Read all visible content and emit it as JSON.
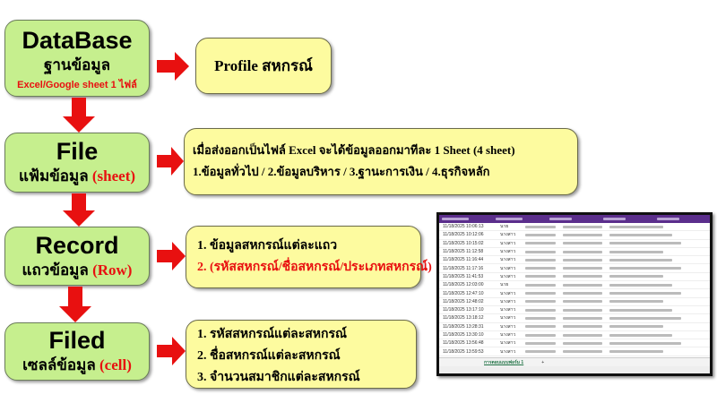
{
  "levels": [
    {
      "title": "DataBase",
      "subtitle": "ฐานข้อมูล",
      "note": "Excel/Google sheet 1 ไฟล์"
    },
    {
      "title": "File",
      "subtitle": "แฟ้มข้อมูล",
      "note": "(sheet)"
    },
    {
      "title": "Record",
      "subtitle": "แถวข้อมูล",
      "note": "(Row)"
    },
    {
      "title": "Filed",
      "subtitle": "เซลล์ข้อมูล",
      "note": "(cell)"
    }
  ],
  "descriptions": {
    "profile": "Profile สหกรณ์",
    "file": [
      "เมื่อส่งออกเป็นไฟล์ Excel จะได้ข้อมูลออกมาทีละ 1 Sheet (4 sheet)",
      "1.ข้อมูลทั่วไป / 2.ข้อมูลบริหาร / 3.ฐานะการเงิน / 4.ธุรกิจหลัก"
    ],
    "record": [
      "1.  ข้อมูลสหกรณ์แต่ละแถว",
      "2.  (รหัสสหกรณ์/ชื่อสหกรณ์/ประเภทสหกรณ์)"
    ],
    "filed": [
      "1.  รหัสสหกรณ์แต่ละสหกรณ์",
      "2.  ชื่อสหกรณ์แต่ละสหกรณ์",
      "3.  จำนวนสมาชิกแต่ละสหกรณ์"
    ]
  },
  "sheet": {
    "rows": [
      {
        "ts": "11/18/2025 10:06:13",
        "p": "นาย"
      },
      {
        "ts": "11/18/2025 10:12:06",
        "p": "นางสาว"
      },
      {
        "ts": "11/18/2025 10:15:02",
        "p": "นางสาว"
      },
      {
        "ts": "11/18/2025 11:12:58",
        "p": "นางสาว"
      },
      {
        "ts": "11/18/2025 11:16:44",
        "p": "นางสาว"
      },
      {
        "ts": "11/18/2025 11:17:16",
        "p": "นางสาว"
      },
      {
        "ts": "11/18/2025 11:41:53",
        "p": "นางสาว"
      },
      {
        "ts": "11/18/2025 12:03:00",
        "p": "นาย"
      },
      {
        "ts": "11/18/2025 12:47:10",
        "p": "นางสาว"
      },
      {
        "ts": "11/18/2025 12:48:02",
        "p": "นางสาว"
      },
      {
        "ts": "11/18/2025 13:17:10",
        "p": "นางสาว"
      },
      {
        "ts": "11/18/2025 13:18:12",
        "p": "นางสาว"
      },
      {
        "ts": "11/18/2025 13:28:31",
        "p": "นางสาว"
      },
      {
        "ts": "11/18/2025 13:30:10",
        "p": "นางสาว"
      },
      {
        "ts": "11/18/2025 13:56:48",
        "p": "นางสาว"
      },
      {
        "ts": "11/18/2025 13:59:53",
        "p": "นางสาว"
      }
    ],
    "tab": "การตอบแบบฟอร์ม 1",
    "add": "+"
  }
}
